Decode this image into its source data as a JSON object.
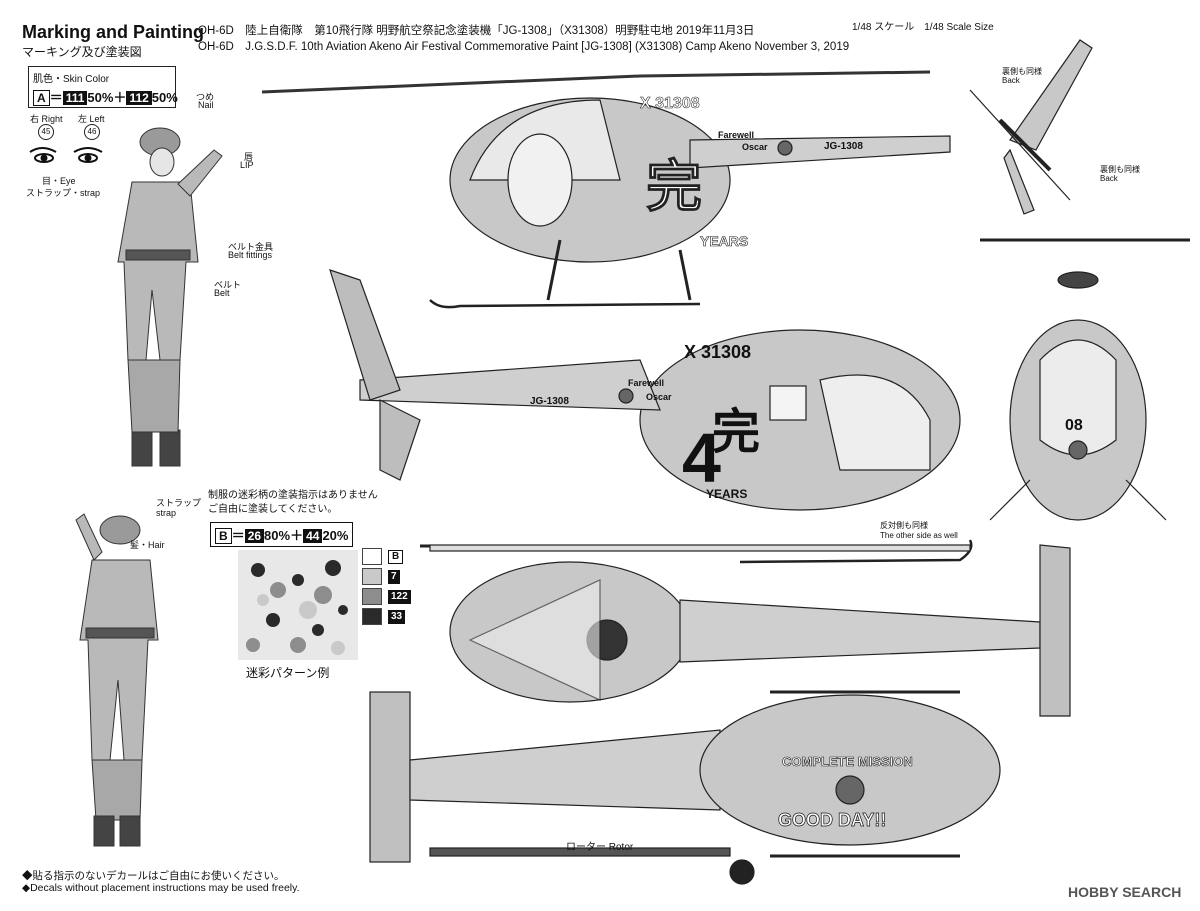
{
  "header": {
    "title": "Marking and Painting",
    "subtitle": "マーキング及び塗装図",
    "line1": "OH-6D　陸上自衛隊　第10飛行隊 明野航空祭記念塗装機「JG-1308」（X31308）明野駐屯地 2019年11月3日",
    "line2": "OH-6D　J.G.S.D.F. 10th Aviation Akeno Air Festival Commemorative Paint [JG-1308] (X31308) Camp Akeno November 3, 2019",
    "scale": "1/48 スケール　1/48 Scale Size"
  },
  "skin": {
    "label": "肌色・Skin Color",
    "a": "A",
    "c1": "111",
    "p1": "50%",
    "plus": "＋",
    "c2": "112",
    "p2": "50%"
  },
  "figure1": {
    "right": "右 Right",
    "left": "左 Left",
    "n45": "45",
    "n46": "46",
    "eye": "目・Eye",
    "strap": "ストラップ・strap",
    "nail_jp": "つめ",
    "nail_en": "Nail",
    "lip_jp": "唇",
    "lip_en": "LIP",
    "belt_fit_jp": "ベルト金具",
    "belt_fit_en": "Belt fittings",
    "belt_jp": "ベルト",
    "belt_en": "Belt"
  },
  "figure2": {
    "strap_jp": "ストラップ",
    "strap_en": "strap",
    "hair": "髪・Hair"
  },
  "camo": {
    "note": "制服の迷彩柄の塗装指示はありません",
    "note2": "ご自由に塗装してください。",
    "b": "B",
    "c1": "26",
    "p1": "80%",
    "plus": "＋",
    "c2": "44",
    "p2": "20%",
    "caption": "迷彩パターン例",
    "legend": [
      {
        "tag": "B",
        "color": "#ffffff"
      },
      {
        "tag": "7",
        "color": "#c9c9c9"
      },
      {
        "tag": "122",
        "color": "#8d8d8d"
      },
      {
        "tag": "33",
        "color": "#2a2a2a"
      }
    ]
  },
  "heli": {
    "reg_top": "X 31308",
    "reg_side": "X 31308",
    "jg": "JG-1308",
    "farewell": "Farewell",
    "oscar": "Oscar",
    "years": "YEARS",
    "four": "4",
    "kanji": "完",
    "nose": "08",
    "complete": "COMPLETE MISSION",
    "goodday": "GOOD DAY!!",
    "rotor": "ローター Rotor",
    "other_side_jp": "反対側も同様",
    "other_side_en": "The other side as well",
    "back_jp": "裏側も同様",
    "back_en": "Back"
  },
  "footer": {
    "line1": "◆貼る指示のないデカールはご自由にお使いください。",
    "line2": "◆Decals without placement instructions may be used freely."
  },
  "watermark": "HOBBY SEARCH"
}
